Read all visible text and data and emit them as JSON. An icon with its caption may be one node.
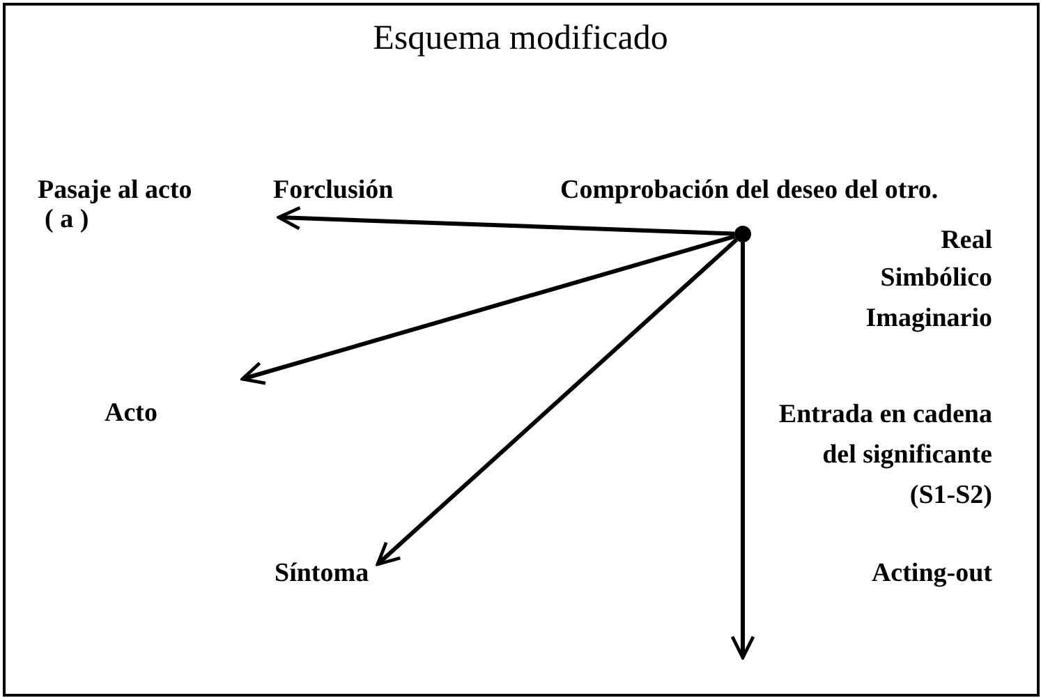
{
  "diagram": {
    "title": "Esquema modificado",
    "nodes": [
      {
        "text": [
          "Forclusión"
        ]
      },
      {
        "text": [],
        "shape": "circle"
      },
      {
        "text": [
          "Síntoma"
        ]
      }
    ],
    "edges": [
      {
        "from": 1,
        "to": 0,
        "arrow": "to"
      },
      {
        "from": 1,
        "to": null,
        "arrow": "to"
      },
      {
        "from": 1,
        "to": 2,
        "arrow": "to"
      },
      {
        "from": 1,
        "to": null,
        "arrow": "to"
      }
    ],
    "labels": [
      "Pasaje al acto",
      "Comprobación del deseo del otro.",
      "( a )",
      "Real",
      "Simbólico",
      "Imaginario",
      "Acto",
      "Entrada en cadena del significante (S1-S2)",
      "Acting-out"
    ]
  }
}
